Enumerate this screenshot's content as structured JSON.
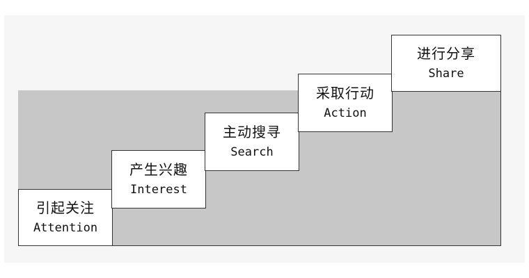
{
  "steps": [
    {
      "cn": "引起关注",
      "en": "Attention"
    },
    {
      "cn": "产生兴趣",
      "en": "Interest"
    },
    {
      "cn": "主动搜寻",
      "en": "Search"
    },
    {
      "cn": "采取行动",
      "en": "Action"
    },
    {
      "cn": "进行分享",
      "en": "Share"
    }
  ],
  "colors": {
    "step_fill": "#ffffff",
    "riser_fill": "#c7c7c7",
    "outline": "#333333",
    "background": "#f6f6f6"
  }
}
